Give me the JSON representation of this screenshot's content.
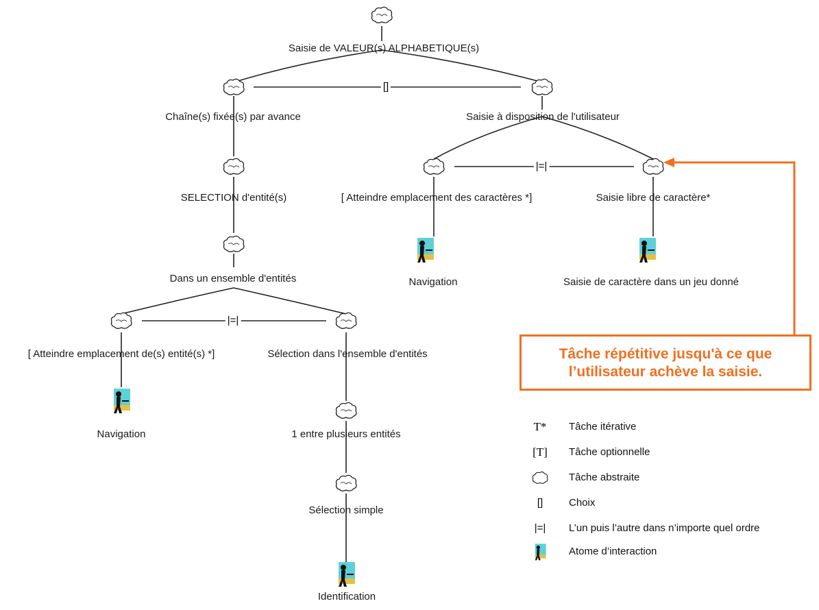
{
  "nodes": {
    "root": "Saisie de VALEUR(s) ALPHABETIQUE(s)",
    "chaines": "Chaîne(s) fixée(s) par avance",
    "saisie_dispo": "Saisie à disposition de l'utilisateur",
    "selection": "SELECTION d'entité(s)",
    "atteindre_caracteres": "[ Atteindre emplacement des caractères *]",
    "saisie_libre": "Saisie libre de caractère*",
    "navigation_right": "Navigation",
    "saisie_jeu": "Saisie de caractère dans un jeu donné",
    "dans_ensemble": "Dans un ensemble d'entités",
    "atteindre_entites": "[ Atteindre emplacement de(s) entité(s) *]",
    "selection_ensemble": "Sélection dans l'ensemble d'entités",
    "navigation_left": "Navigation",
    "un_entre": "1 entre plusieurs entités",
    "selection_simple": "Sélection simple",
    "identification": "Identification"
  },
  "operators": {
    "choice": "[]",
    "any_order_top": "|=|",
    "any_order_bottom": "|=|"
  },
  "note": {
    "line1": "Tâche répétitive jusqu'à ce que",
    "line2": "l’utilisateur achève la saisie.",
    "color": "#f07020"
  },
  "legend": [
    {
      "symbol": "T*",
      "label": "Tâche itérative",
      "icon": "iterative-symbol"
    },
    {
      "symbol": "[T]",
      "label": "Tâche optionnelle",
      "icon": "optional-symbol"
    },
    {
      "symbol": "",
      "label": "Tâche abstraite",
      "icon": "cloud-icon"
    },
    {
      "symbol": "[]",
      "label": "Choix",
      "icon": "choice-symbol"
    },
    {
      "symbol": "|=|",
      "label": "L’un puis l’autre dans n’importe quel ordre",
      "icon": "any-order-symbol"
    },
    {
      "symbol": "",
      "label": "Atome d’interaction",
      "icon": "interaction-atom-icon"
    }
  ]
}
